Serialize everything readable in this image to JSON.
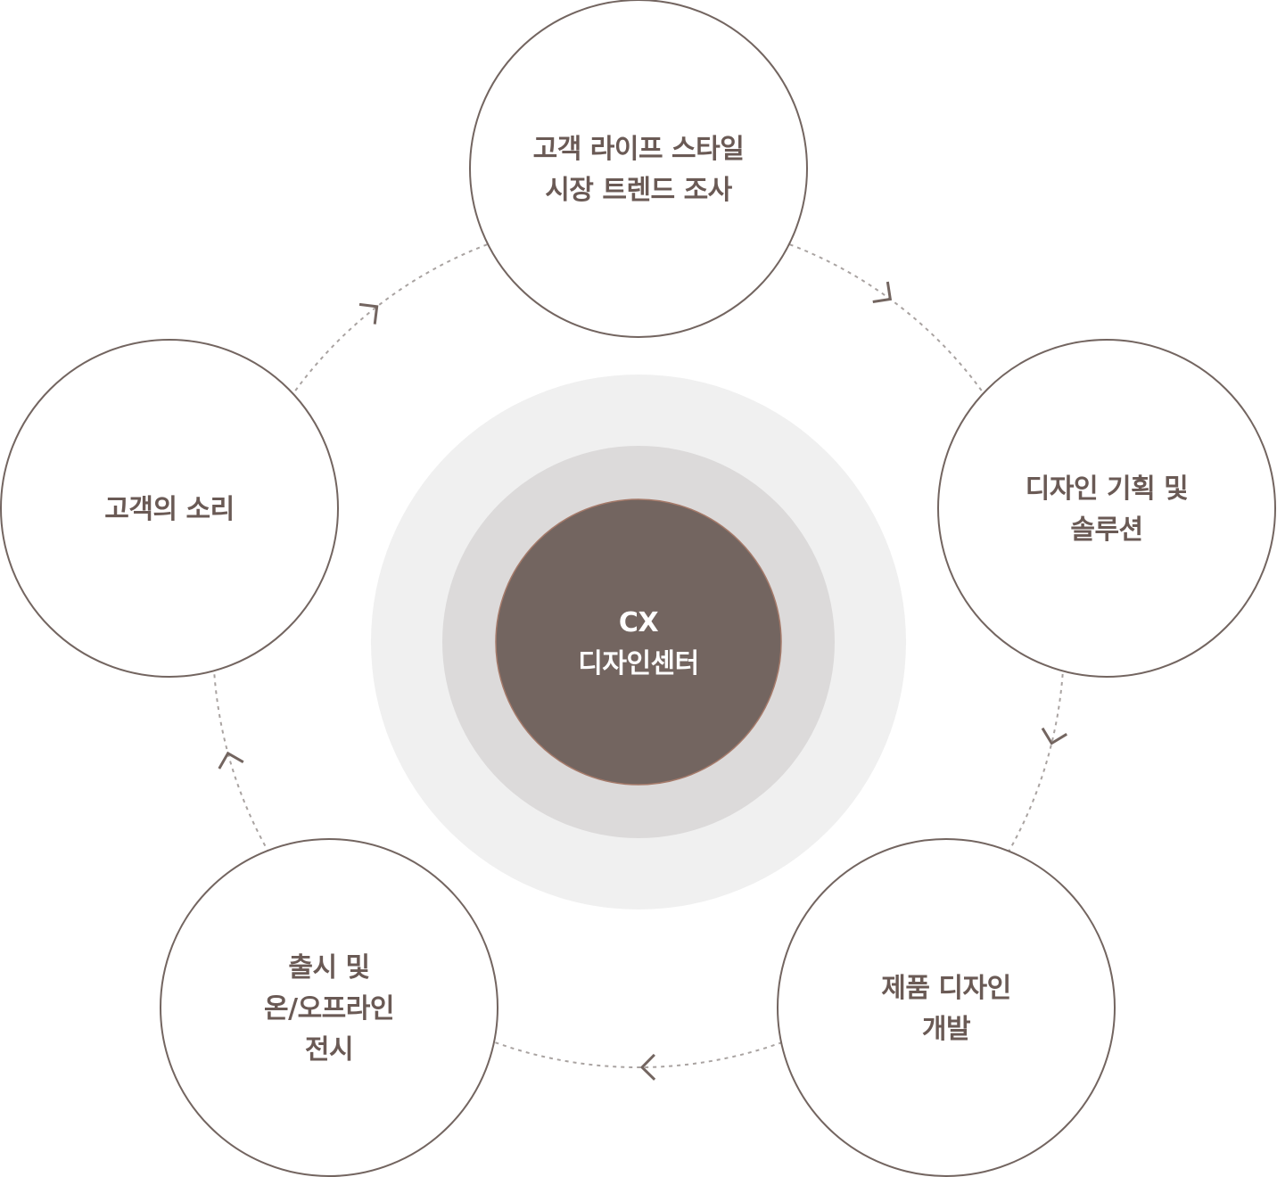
{
  "center": {
    "label": "CX\n디자인센터"
  },
  "stages": [
    {
      "label": "고객 라이프 스타일\n시장 트렌드 조사"
    },
    {
      "label": "디자인 기획 및\n솔루션"
    },
    {
      "label": "제품 디자인\n개발"
    },
    {
      "label": "출시 및\n온/오프라인\n전시"
    },
    {
      "label": "고객의 소리"
    }
  ],
  "colors": {
    "stroke": "#736560",
    "text": "#6a5a55",
    "core": "#736560",
    "ring_inner": "#dcdada",
    "ring_outer": "#f0f0f0",
    "dash": "#a9a3a1"
  }
}
